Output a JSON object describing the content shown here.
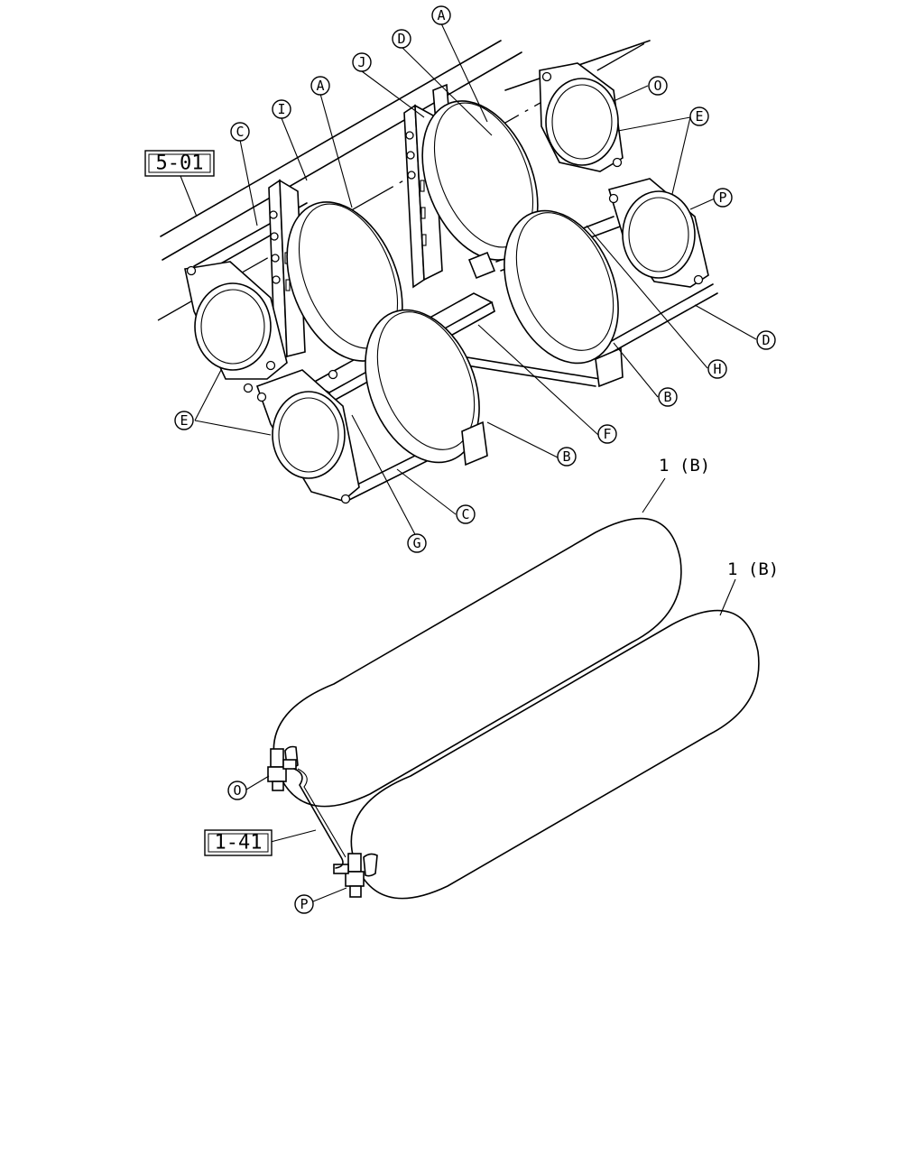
{
  "reference_boxes": [
    {
      "id": "frame",
      "text": "5-01"
    },
    {
      "id": "pipe",
      "text": "1-41"
    }
  ],
  "callouts": {
    "a1": "A",
    "a2": "A",
    "b1": "B",
    "b2": "B",
    "c1": "C",
    "c2": "C",
    "d1": "D",
    "d2": "D",
    "e1": "E",
    "e2": "E",
    "f": "F",
    "g": "G",
    "h": "H",
    "i": "I",
    "j": "J",
    "o1": "O",
    "o2": "O",
    "p1": "P",
    "p2": "P"
  },
  "parts": [
    {
      "id": "tank-upper",
      "label": "1 (B)"
    },
    {
      "id": "tank-lower",
      "label": "1 (B)"
    }
  ]
}
